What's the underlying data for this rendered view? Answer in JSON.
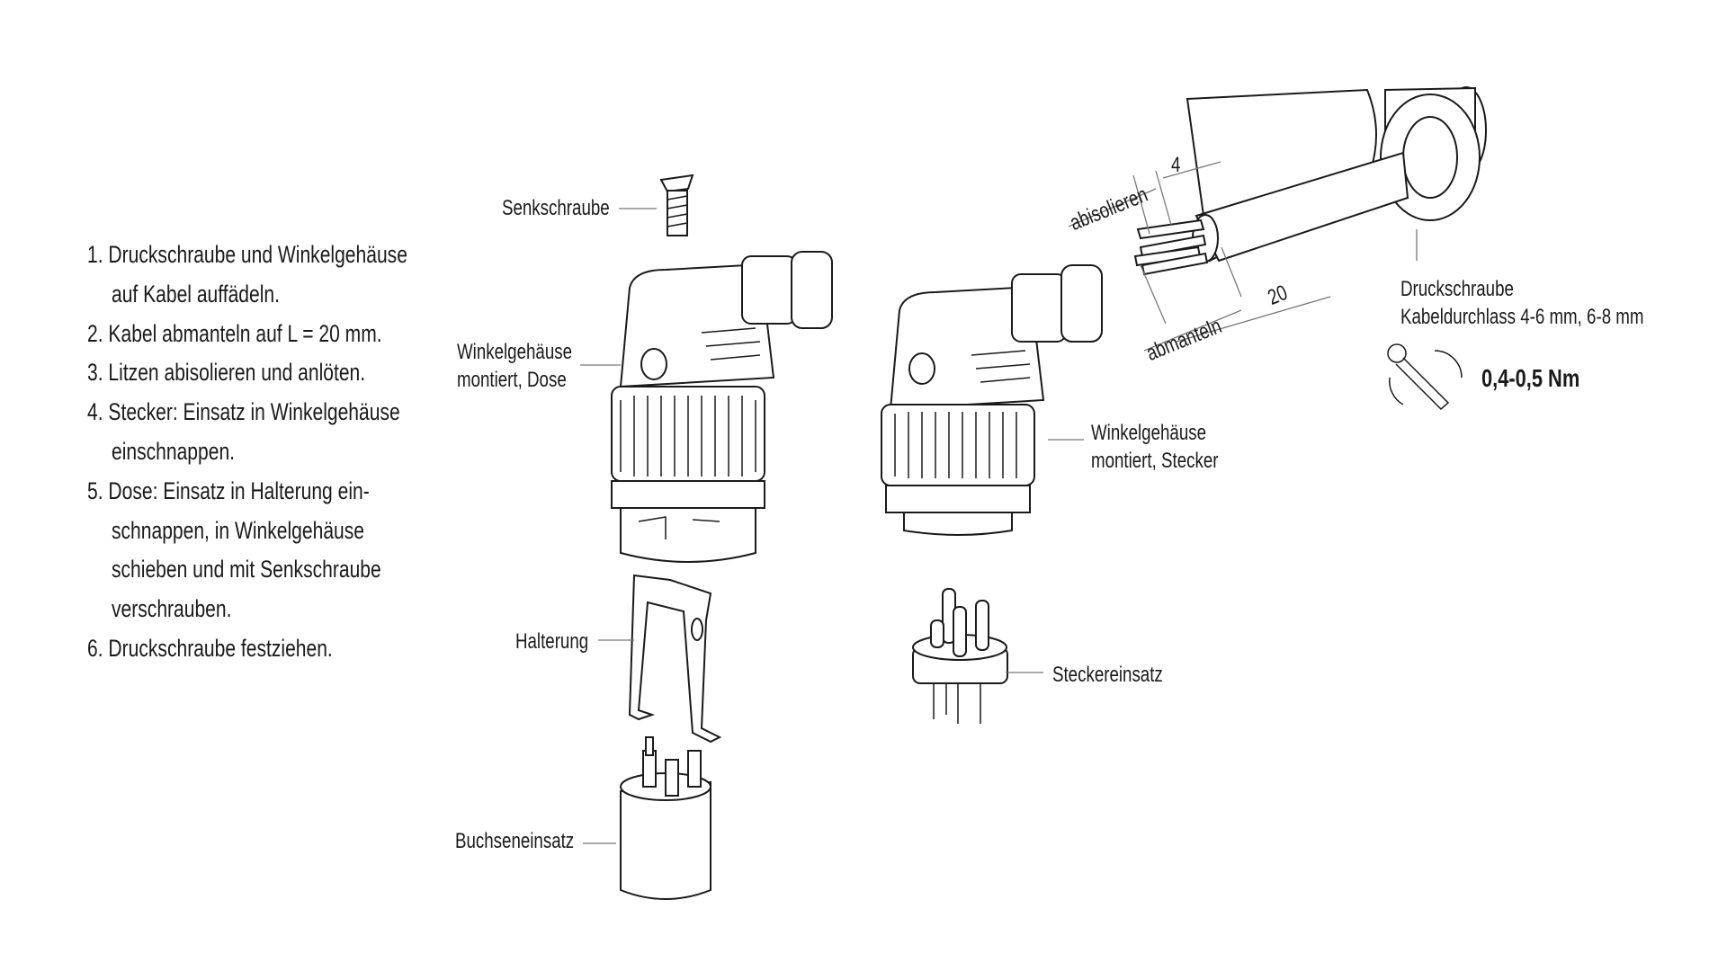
{
  "instructions": [
    {
      "num": "1.",
      "lines": [
        "Druckschraube und Winkelgehäuse",
        "auf Kabel auffädeln."
      ]
    },
    {
      "num": "2.",
      "lines": [
        "Kabel abmanteln auf L = 20 mm."
      ]
    },
    {
      "num": "3.",
      "lines": [
        "Litzen abisolieren und anlöten."
      ]
    },
    {
      "num": "4.",
      "lines": [
        "Stecker: Einsatz in Winkelgehäuse",
        "einschnappen."
      ]
    },
    {
      "num": "5.",
      "lines": [
        "Dose: Einsatz in Halterung ein-",
        "schnappen, in Winkelgehäuse",
        "schieben und mit Senkschraube",
        "verschrauben."
      ]
    },
    {
      "num": "6.",
      "lines": [
        "Druckschraube festziehen."
      ]
    }
  ],
  "labels": {
    "senkschraube": "Senkschraube",
    "winkel_dose_1": "Winkelgehäuse",
    "winkel_dose_2": "montiert, Dose",
    "halterung": "Halterung",
    "buchseneinsatz": "Buchseneinsatz",
    "winkel_stecker_1": "Winkelgehäuse",
    "winkel_stecker_2": "montiert, Stecker",
    "steckereinsatz": "Steckereinsatz",
    "druckschraube": "Druckschraube",
    "kabeldurchlass": "Kabeldurchlass 4-6 mm, 6-8 mm",
    "torque": "0,4-0,5 Nm",
    "abisolieren": "abisolieren",
    "abmanteln": "abmanteln",
    "dim_strip": "4",
    "dim_jacket": "20"
  },
  "icons": [
    "wrench-torque-icon"
  ]
}
